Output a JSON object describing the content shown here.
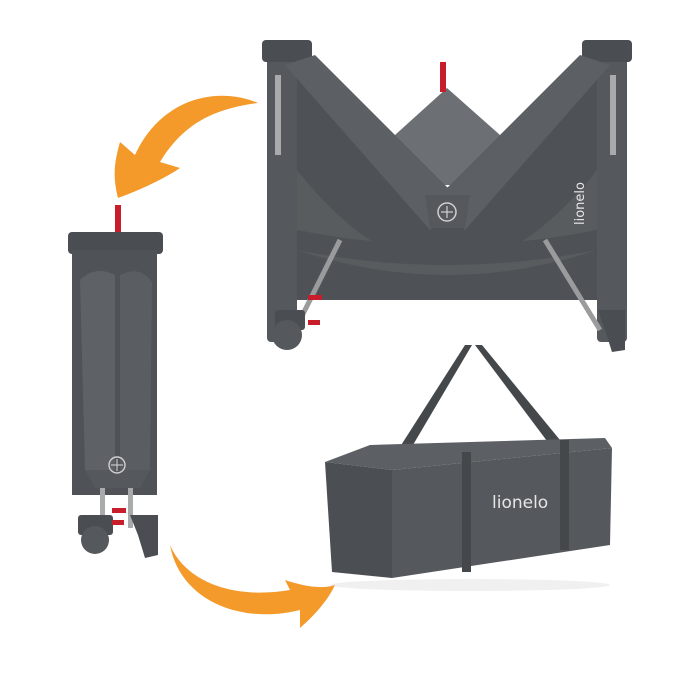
{
  "image": {
    "description": "Travel cot folding sequence: unfolding/folding cot, folded cot, carry bag",
    "background": "#ffffff"
  },
  "colors": {
    "fabric": "#55585c",
    "fabric_dark": "#3f4245",
    "fabric_light": "#6c7075",
    "frame": "#4a4d51",
    "metal": "#a9aaab",
    "accent_red": "#c81e2c",
    "arrow_orange": "#f39a2a",
    "brand_text": "#e6e6e6"
  },
  "cot_unfolding": {
    "brand_label": "lionelo",
    "center_hub_icon": "plus-circle-icon"
  },
  "cot_folded": {
    "hub_icon": "plus-circle-icon"
  },
  "carry_bag": {
    "brand_label": "lionelo"
  },
  "arrows": [
    {
      "name": "arrow-to-folded",
      "direction": "curved-down-left"
    },
    {
      "name": "arrow-to-bag",
      "direction": "curved-right"
    }
  ]
}
